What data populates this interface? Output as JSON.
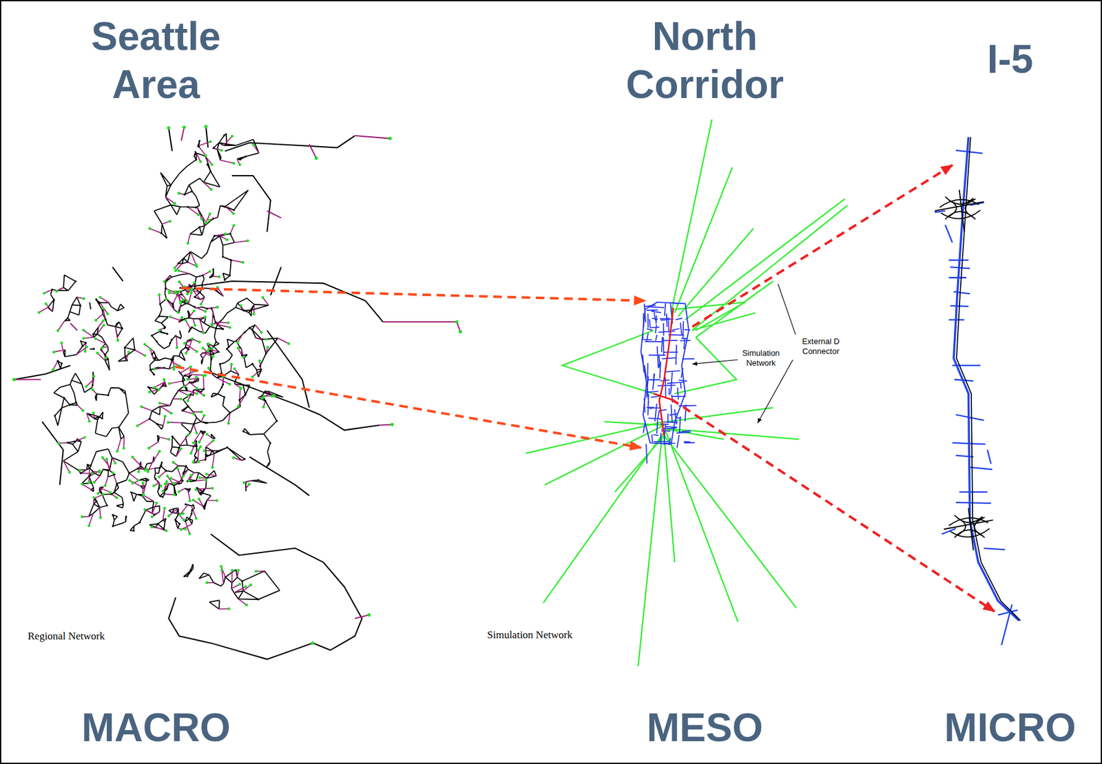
{
  "diagram": {
    "nodes": [
      {
        "text": [
          "Seattle Area",
          "MACRO"
        ]
      },
      {
        "text": [
          "North Corridor",
          "MESO"
        ]
      },
      {
        "text": [
          "I-5",
          "MICRO"
        ]
      }
    ],
    "edges": [
      {
        "from": 0,
        "to": 1,
        "arrow": "to"
      },
      {
        "from": 0,
        "to": 1,
        "arrow": "to"
      },
      {
        "from": 1,
        "to": 2,
        "arrow": "to"
      },
      {
        "from": 1,
        "to": 2,
        "arrow": "to"
      }
    ],
    "labels": [
      "Regional Network",
      "Simulation Network",
      "Simulation Network",
      "External D Connector"
    ]
  }
}
